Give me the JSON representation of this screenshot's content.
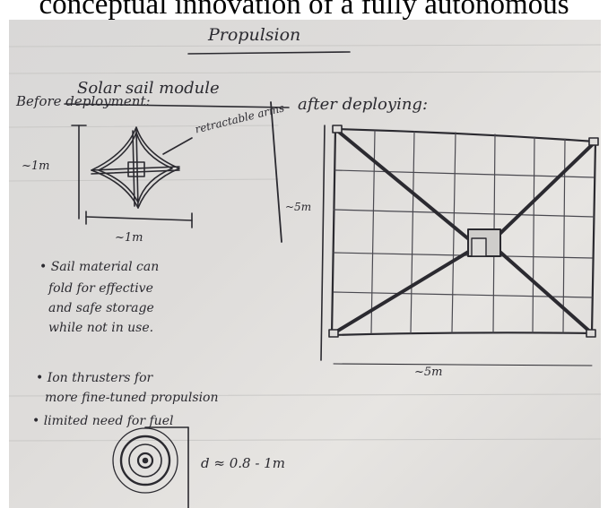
{
  "caption": "conceptual innovation of a fully autonomous",
  "sheet": {
    "title": "Propulsion",
    "subtitle": "Solar sail module",
    "before_label": "Before deployment:",
    "after_label": "after deploying:",
    "arms_label": "retractable arms",
    "dim_before_height": "~1m",
    "dim_before_width": "~1m",
    "dim_after_height": "~5m",
    "dim_after_width": "~5m",
    "notes": [
      "• Sail material can",
      "fold for effective",
      "and safe storage",
      "while not in use.",
      "• Ion thrusters for",
      "more fine-tuned propulsion",
      "• limited need for fuel"
    ],
    "diameter_label": "d ≈ 0.8 - 1m"
  },
  "colors": {
    "ink": "#2b2a30",
    "paper": "#dedcda",
    "caption_text": "#000000"
  }
}
